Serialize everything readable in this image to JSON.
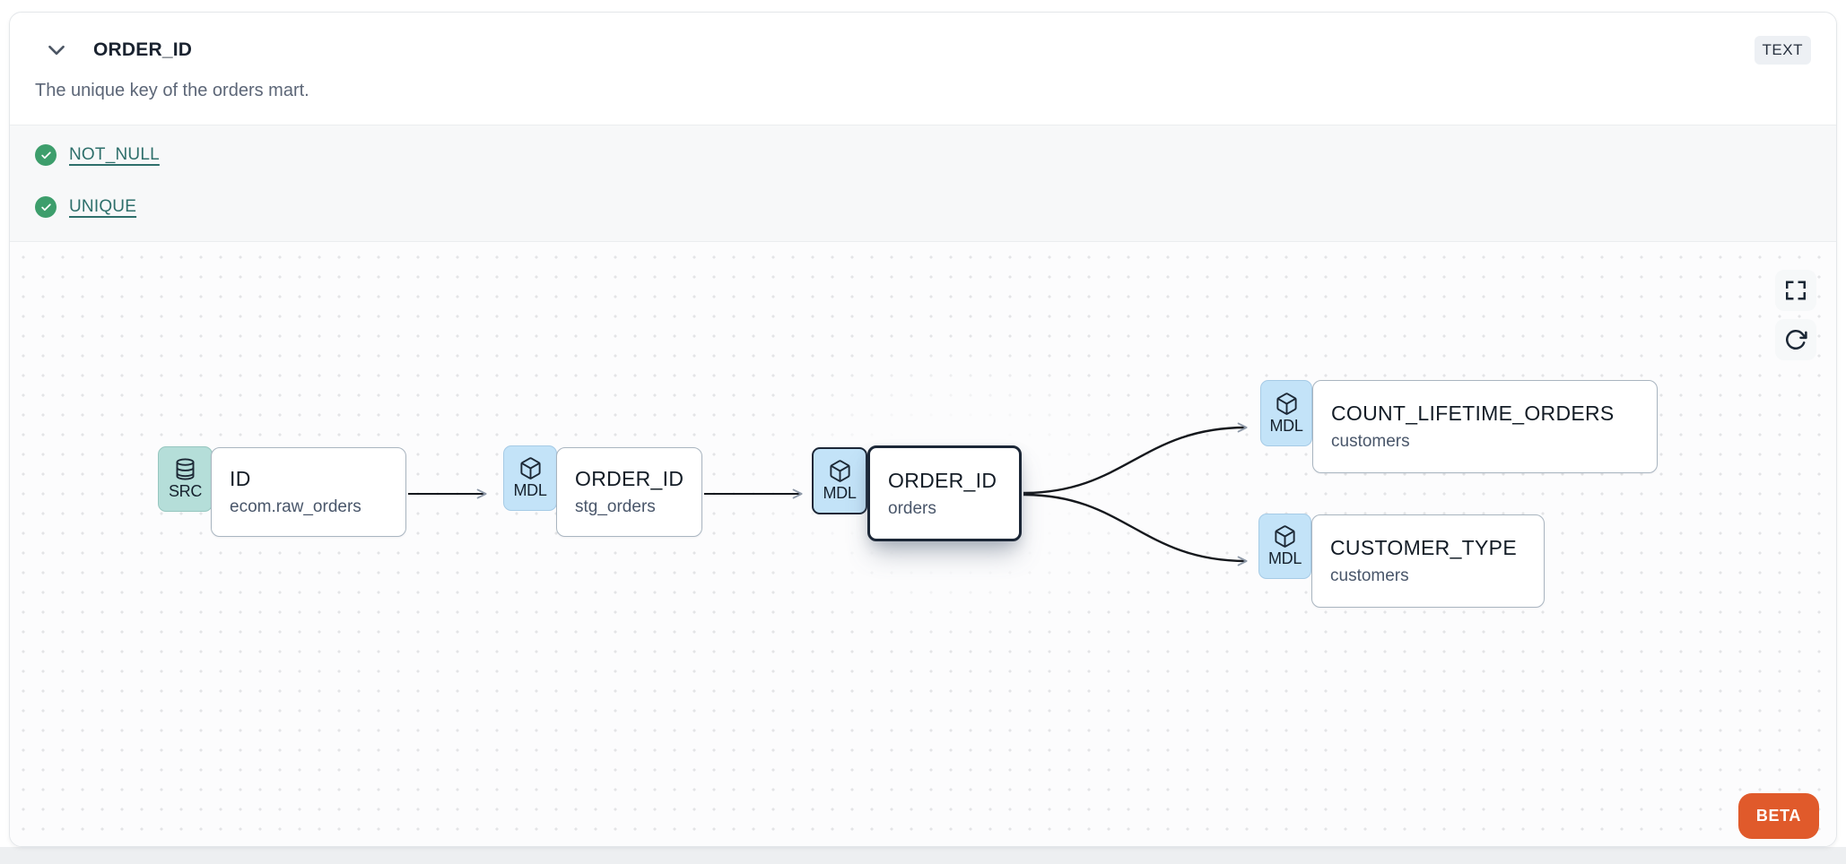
{
  "header": {
    "title": "ORDER_ID",
    "type_badge": "TEXT",
    "description": "The unique key of the orders mart."
  },
  "tests": [
    {
      "name": "NOT_NULL",
      "status": "pass"
    },
    {
      "name": "UNIQUE",
      "status": "pass"
    }
  ],
  "lineage": {
    "nodes": [
      {
        "badge": "SRC",
        "icon": "database-icon",
        "title": "ID",
        "subtitle": "ecom.raw_orders",
        "highlighted": false
      },
      {
        "badge": "MDL",
        "icon": "package-icon",
        "title": "ORDER_ID",
        "subtitle": "stg_orders",
        "highlighted": false
      },
      {
        "badge": "MDL",
        "icon": "package-icon",
        "title": "ORDER_ID",
        "subtitle": "orders",
        "highlighted": true
      },
      {
        "badge": "MDL",
        "icon": "package-icon",
        "title": "COUNT_LIFETIME_ORDERS",
        "subtitle": "customers",
        "highlighted": false
      },
      {
        "badge": "MDL",
        "icon": "package-icon",
        "title": "CUSTOMER_TYPE",
        "subtitle": "customers",
        "highlighted": false
      }
    ],
    "edges": [
      {
        "from": "ID (ecom.raw_orders)",
        "to": "ORDER_ID (stg_orders)"
      },
      {
        "from": "ORDER_ID (stg_orders)",
        "to": "ORDER_ID (orders)"
      },
      {
        "from": "ORDER_ID (orders)",
        "to": "COUNT_LIFETIME_ORDERS (customers)"
      },
      {
        "from": "ORDER_ID (orders)",
        "to": "CUSTOMER_TYPE (customers)"
      }
    ]
  },
  "canvas": {
    "controls": [
      {
        "name": "fullscreen"
      },
      {
        "name": "refresh"
      }
    ],
    "beta_label": "BETA"
  },
  "colors": {
    "accent_orange": "#E05A2B",
    "badge_blue": "#C3E3F8",
    "badge_teal": "#B5DED9",
    "check_green": "#3D9E6C",
    "test_link_teal": "#2E6F6B",
    "node_border": "#A9B5C0",
    "highlight_border": "#1C2737",
    "edge_black": "#15181D",
    "tests_background": "#F7F8F9"
  }
}
